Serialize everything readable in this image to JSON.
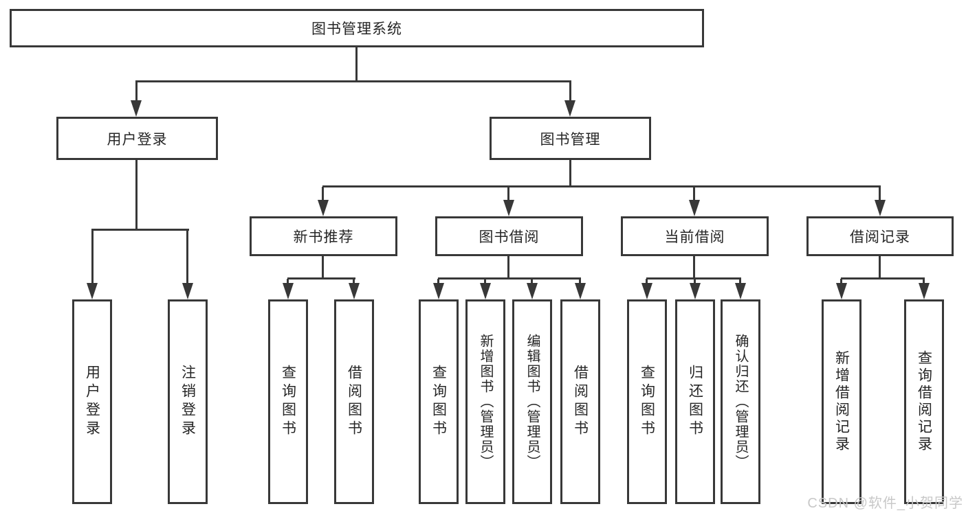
{
  "diagram": {
    "root": {
      "label": "图书管理系统"
    },
    "level2": [
      {
        "id": "user-login",
        "label": "用户登录"
      },
      {
        "id": "book-management",
        "label": "图书管理"
      }
    ],
    "level3": [
      {
        "id": "new-book-recommend",
        "label": "新书推荐"
      },
      {
        "id": "book-borrow",
        "label": "图书借阅"
      },
      {
        "id": "current-borrow",
        "label": "当前借阅"
      },
      {
        "id": "borrow-records",
        "label": "借阅记录"
      }
    ],
    "leaves": [
      {
        "id": "leaf-user-login",
        "parent": "user-login",
        "label": "用户登录"
      },
      {
        "id": "leaf-logout",
        "parent": "user-login",
        "label": "注销登录"
      },
      {
        "id": "leaf-query-books-1",
        "parent": "new-book-recommend",
        "label": "查询图书"
      },
      {
        "id": "leaf-borrow-books-1",
        "parent": "new-book-recommend",
        "label": "借阅图书"
      },
      {
        "id": "leaf-query-books-2",
        "parent": "book-borrow",
        "label": "查询图书"
      },
      {
        "id": "leaf-add-book-admin",
        "parent": "book-borrow",
        "label": "新增图书（管理员）"
      },
      {
        "id": "leaf-edit-book-admin",
        "parent": "book-borrow",
        "label": "编辑图书（管理员）"
      },
      {
        "id": "leaf-borrow-books-2",
        "parent": "book-borrow",
        "label": "借阅图书"
      },
      {
        "id": "leaf-query-books-3",
        "parent": "current-borrow",
        "label": "查询图书"
      },
      {
        "id": "leaf-return-book",
        "parent": "current-borrow",
        "label": "归还图书"
      },
      {
        "id": "leaf-confirm-return-admin",
        "parent": "current-borrow",
        "label": "确认归还（管理员）"
      },
      {
        "id": "leaf-add-borrow-record",
        "parent": "borrow-records",
        "label": "新增借阅记录"
      },
      {
        "id": "leaf-query-borrow-record",
        "parent": "borrow-records",
        "label": "查询借阅记录"
      }
    ],
    "watermark": {
      "text": "CSDN @软件_小贺同学"
    },
    "colors": {
      "line": "#383838",
      "text": "#262626",
      "background": "#ffffff",
      "watermark": "#c8c8c8"
    }
  }
}
